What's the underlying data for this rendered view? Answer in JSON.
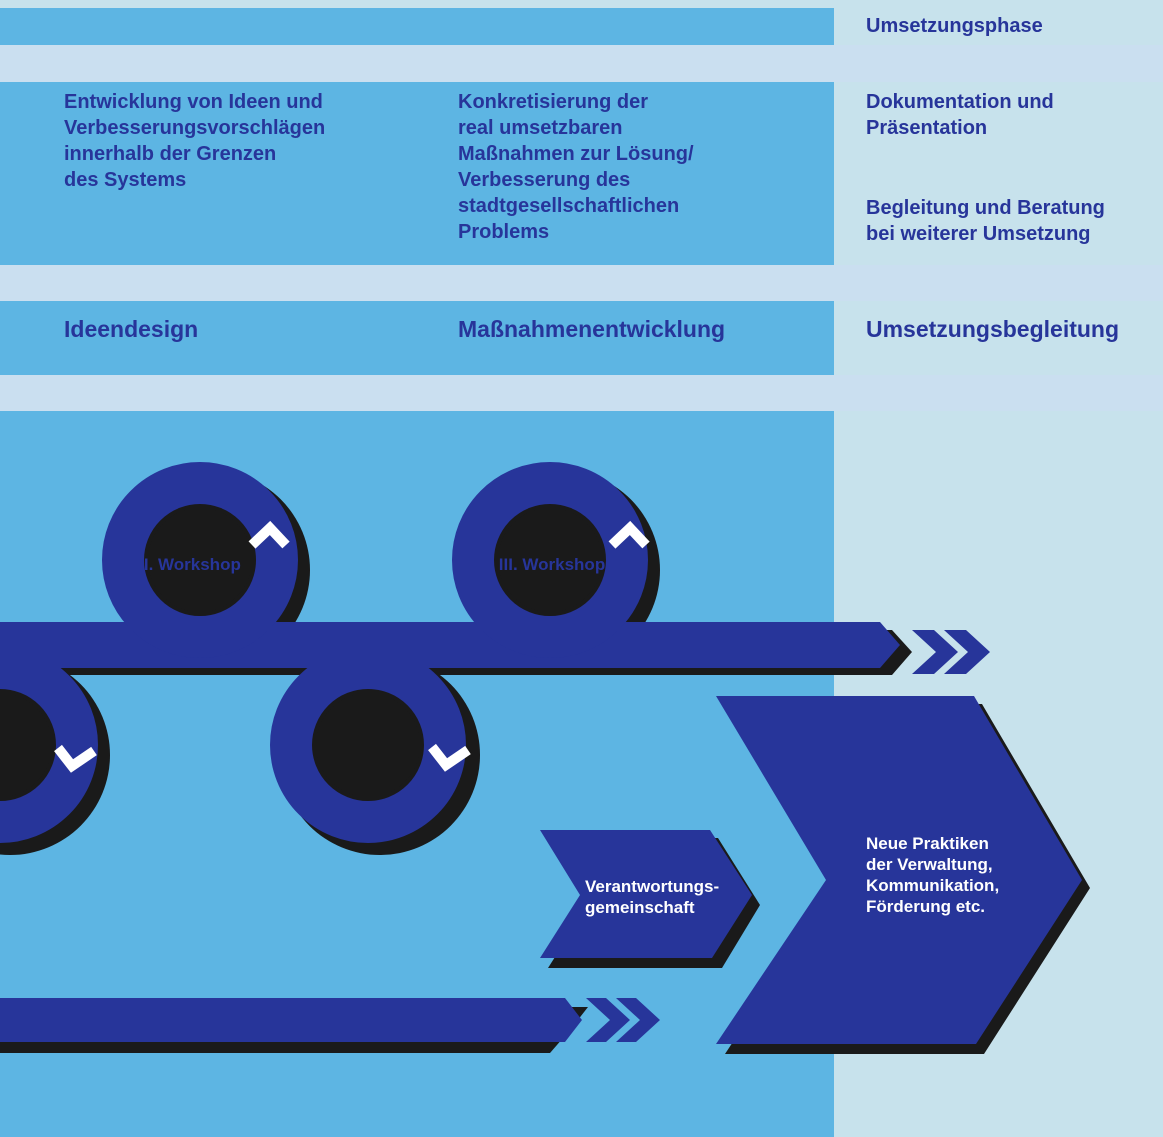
{
  "colors": {
    "page_bg": "#c7e2ec",
    "separator_band": "#cadff0",
    "mid_blue": "#5db5e3",
    "dark_blue": "#27359a",
    "shadow": "#1a1a1a",
    "white": "#ffffff",
    "text_light": "#ffffff"
  },
  "header": {
    "phase_label": "Umsetzungsphase"
  },
  "descriptions": {
    "ideas": "Entwicklung von Ideen und\nVerbesserungsvorschlägen\ninnerhalb der Grenzen\ndes Systems",
    "measures": "Konkretisierung der\nreal umsetzbaren\nMaßnahmen zur Lösung/\nVerbesserung des\nstadtgesellschaftlichen\nProblems",
    "documentation": "Dokumentation und\nPräsentation",
    "support": "Begleitung und Beratung\nbei weiterer Umsetzung"
  },
  "phases": {
    "ideendesign": "Ideendesign",
    "massnahmen": "Maßnahmenentwicklung",
    "umsetzung": "Umsetzungsbegleitung"
  },
  "workshops": {
    "second": "II. Workshop",
    "third": "III. Workshop"
  },
  "outcomes": {
    "community": "Verantwortungs-\ngemeinschaft",
    "practices": "Neue Praktiken\nder Verwaltung,\nKommunikation,\nFörderung etc."
  },
  "icons": {
    "arrow_double": "double-chevron-right-icon",
    "loop_tick": "checkmark-icon"
  }
}
